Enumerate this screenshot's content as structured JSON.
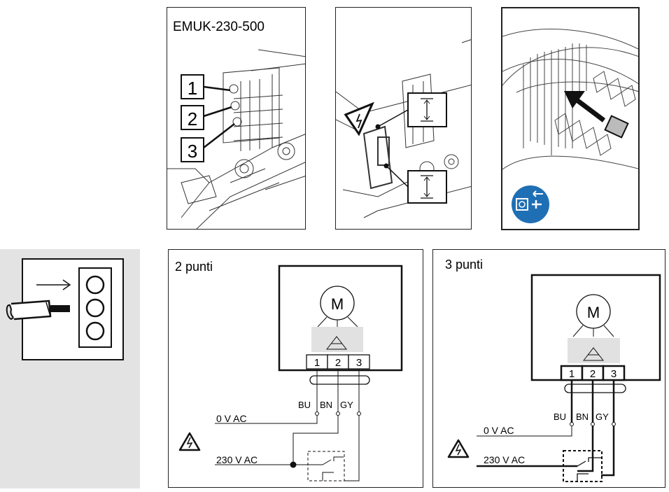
{
  "photos": {
    "model_label": "EMUK-230-500",
    "terminal_numbers": [
      "1",
      "2",
      "3"
    ]
  },
  "wiring": [
    {
      "title": "2 punti",
      "motor_label": "M",
      "terminals": [
        "1",
        "2",
        "3"
      ],
      "wire_colors": [
        "BU",
        "BN",
        "GY"
      ],
      "supply_neutral": "0 V AC",
      "supply_line": "230 V AC"
    },
    {
      "title": "3 punti",
      "motor_label": "M",
      "terminals": [
        "1",
        "2",
        "3"
      ],
      "wire_colors": [
        "BU",
        "BN",
        "GY"
      ],
      "supply_neutral": "0 V AC",
      "supply_line": "230 V AC"
    }
  ],
  "colors": {
    "sidebar_bg": "#e3e3e4",
    "safety_blue": "#1f6fb5",
    "warning_yellow": "#ffffff",
    "line": "#111111"
  }
}
